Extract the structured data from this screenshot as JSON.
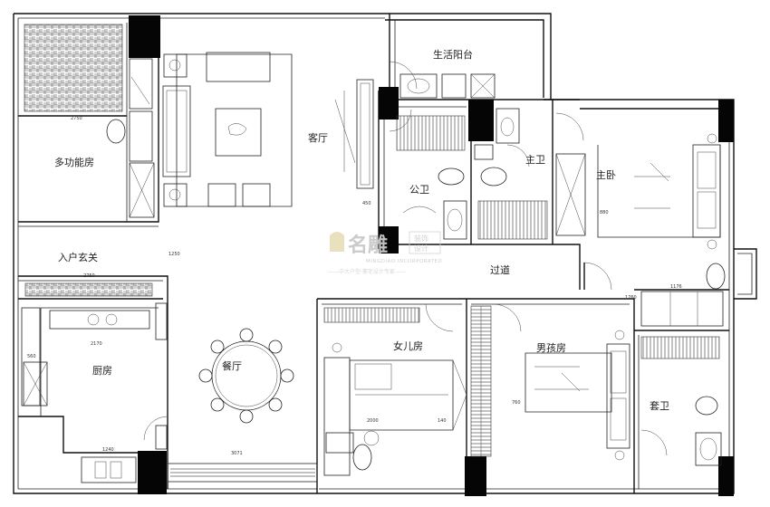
{
  "rooms": {
    "living_balcony": "生活阳台",
    "living_room": "客厅",
    "multi_function_room": "多功能房",
    "public_bath": "公卫",
    "master_bath": "主卫",
    "master_bedroom": "主卧",
    "entrance": "入户玄关",
    "corridor": "过道",
    "kitchen": "厨房",
    "dining": "餐厅",
    "daughter_room": "女儿房",
    "son_room": "男孩房",
    "guest_bath": "套卫"
  },
  "watermark": {
    "brand_cn": "名雕",
    "box_top": "装饰",
    "box_bottom": "设计",
    "brand_en": "MINGDIAO INCORPORATED",
    "tagline": "——中大户型·豪宅设计专家——"
  },
  "dimensions": {
    "d_kitchen_w": "2170",
    "d_entry": "2750",
    "d_corr1": "1240",
    "d_corr2": "3071",
    "d_mf": "2750",
    "d_pub": "450",
    "d_mb": "880",
    "d_kid": "2000",
    "d_kid2": "1760",
    "d_guest": "1176",
    "d_kit_v": "560",
    "d_son": "760",
    "d_hall": "1250",
    "d_din": "140"
  },
  "colors": {
    "ink": "#111111",
    "watermark": "#c9c9c9",
    "bg": "#ffffff"
  }
}
